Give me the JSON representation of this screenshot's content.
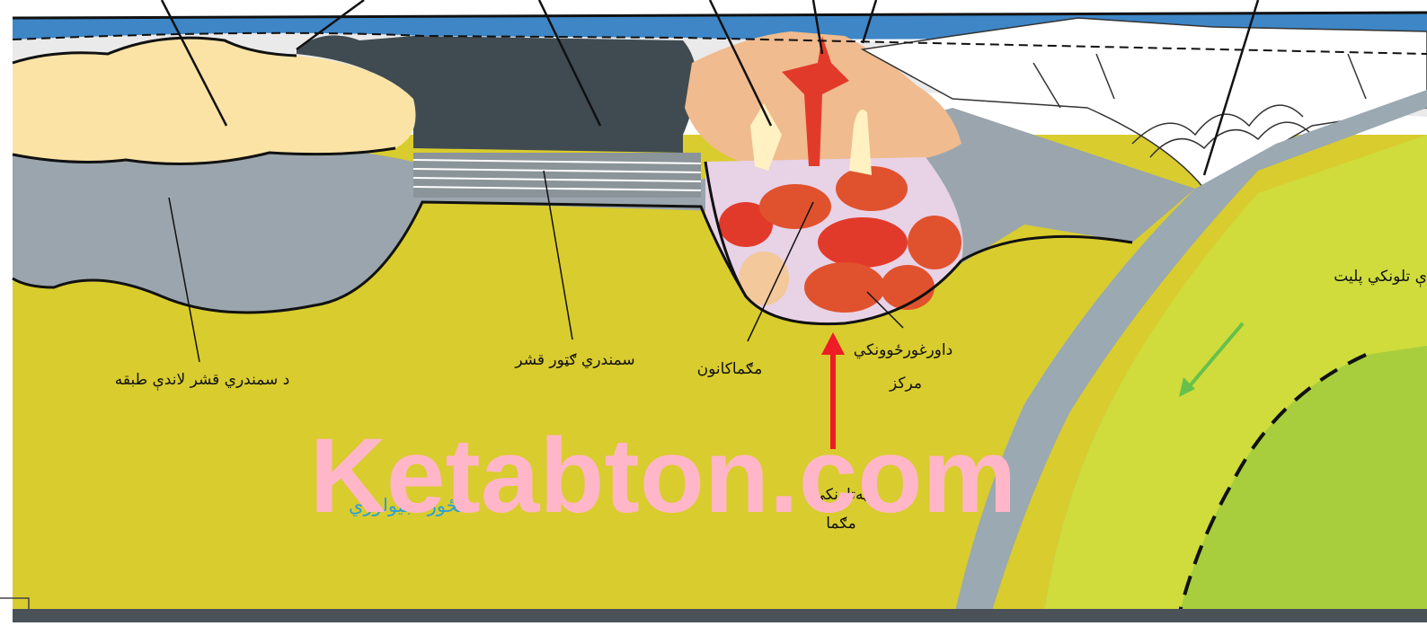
{
  "labels": {
    "oceanic_crust_sublayer": "د سمندري قشر لاندې طبقه",
    "oceanic_dense_crust": "سمندري ګټور قشر",
    "magma_chamber": "مګماکانون",
    "eruption_center_line1": "داورغورځوونکي",
    "eruption_center_line2": "مرکز",
    "plate_label": "ې تلونکي پلیت",
    "mantle_magma_line1": "پوټه‌تلونکي",
    "mantle_magma_line2": "مګما",
    "faint_caption": "انځور: جیولوژي"
  },
  "watermark": {
    "text": "Ketabton.com",
    "color": "#ffb6c8"
  },
  "colors": {
    "ocean_water": "#3e86c6",
    "oceanic_crust": "#eaeaea",
    "mantle": "#d9cc2e",
    "lower_crust": "#9aa5ad",
    "dark_crust": "#3f4b50",
    "sediment_light": "#fbe3a6",
    "sediment_pink": "#f0bb8e",
    "magma_red": "#e23a2a",
    "arrow_red": "#ee1c25",
    "arrow_green": "#67c04b",
    "slab": "#9aa9b2",
    "plate": "#cfdc3c",
    "plate_inner": "#a9ce3d",
    "caption_blue": "#2a9fd8"
  }
}
